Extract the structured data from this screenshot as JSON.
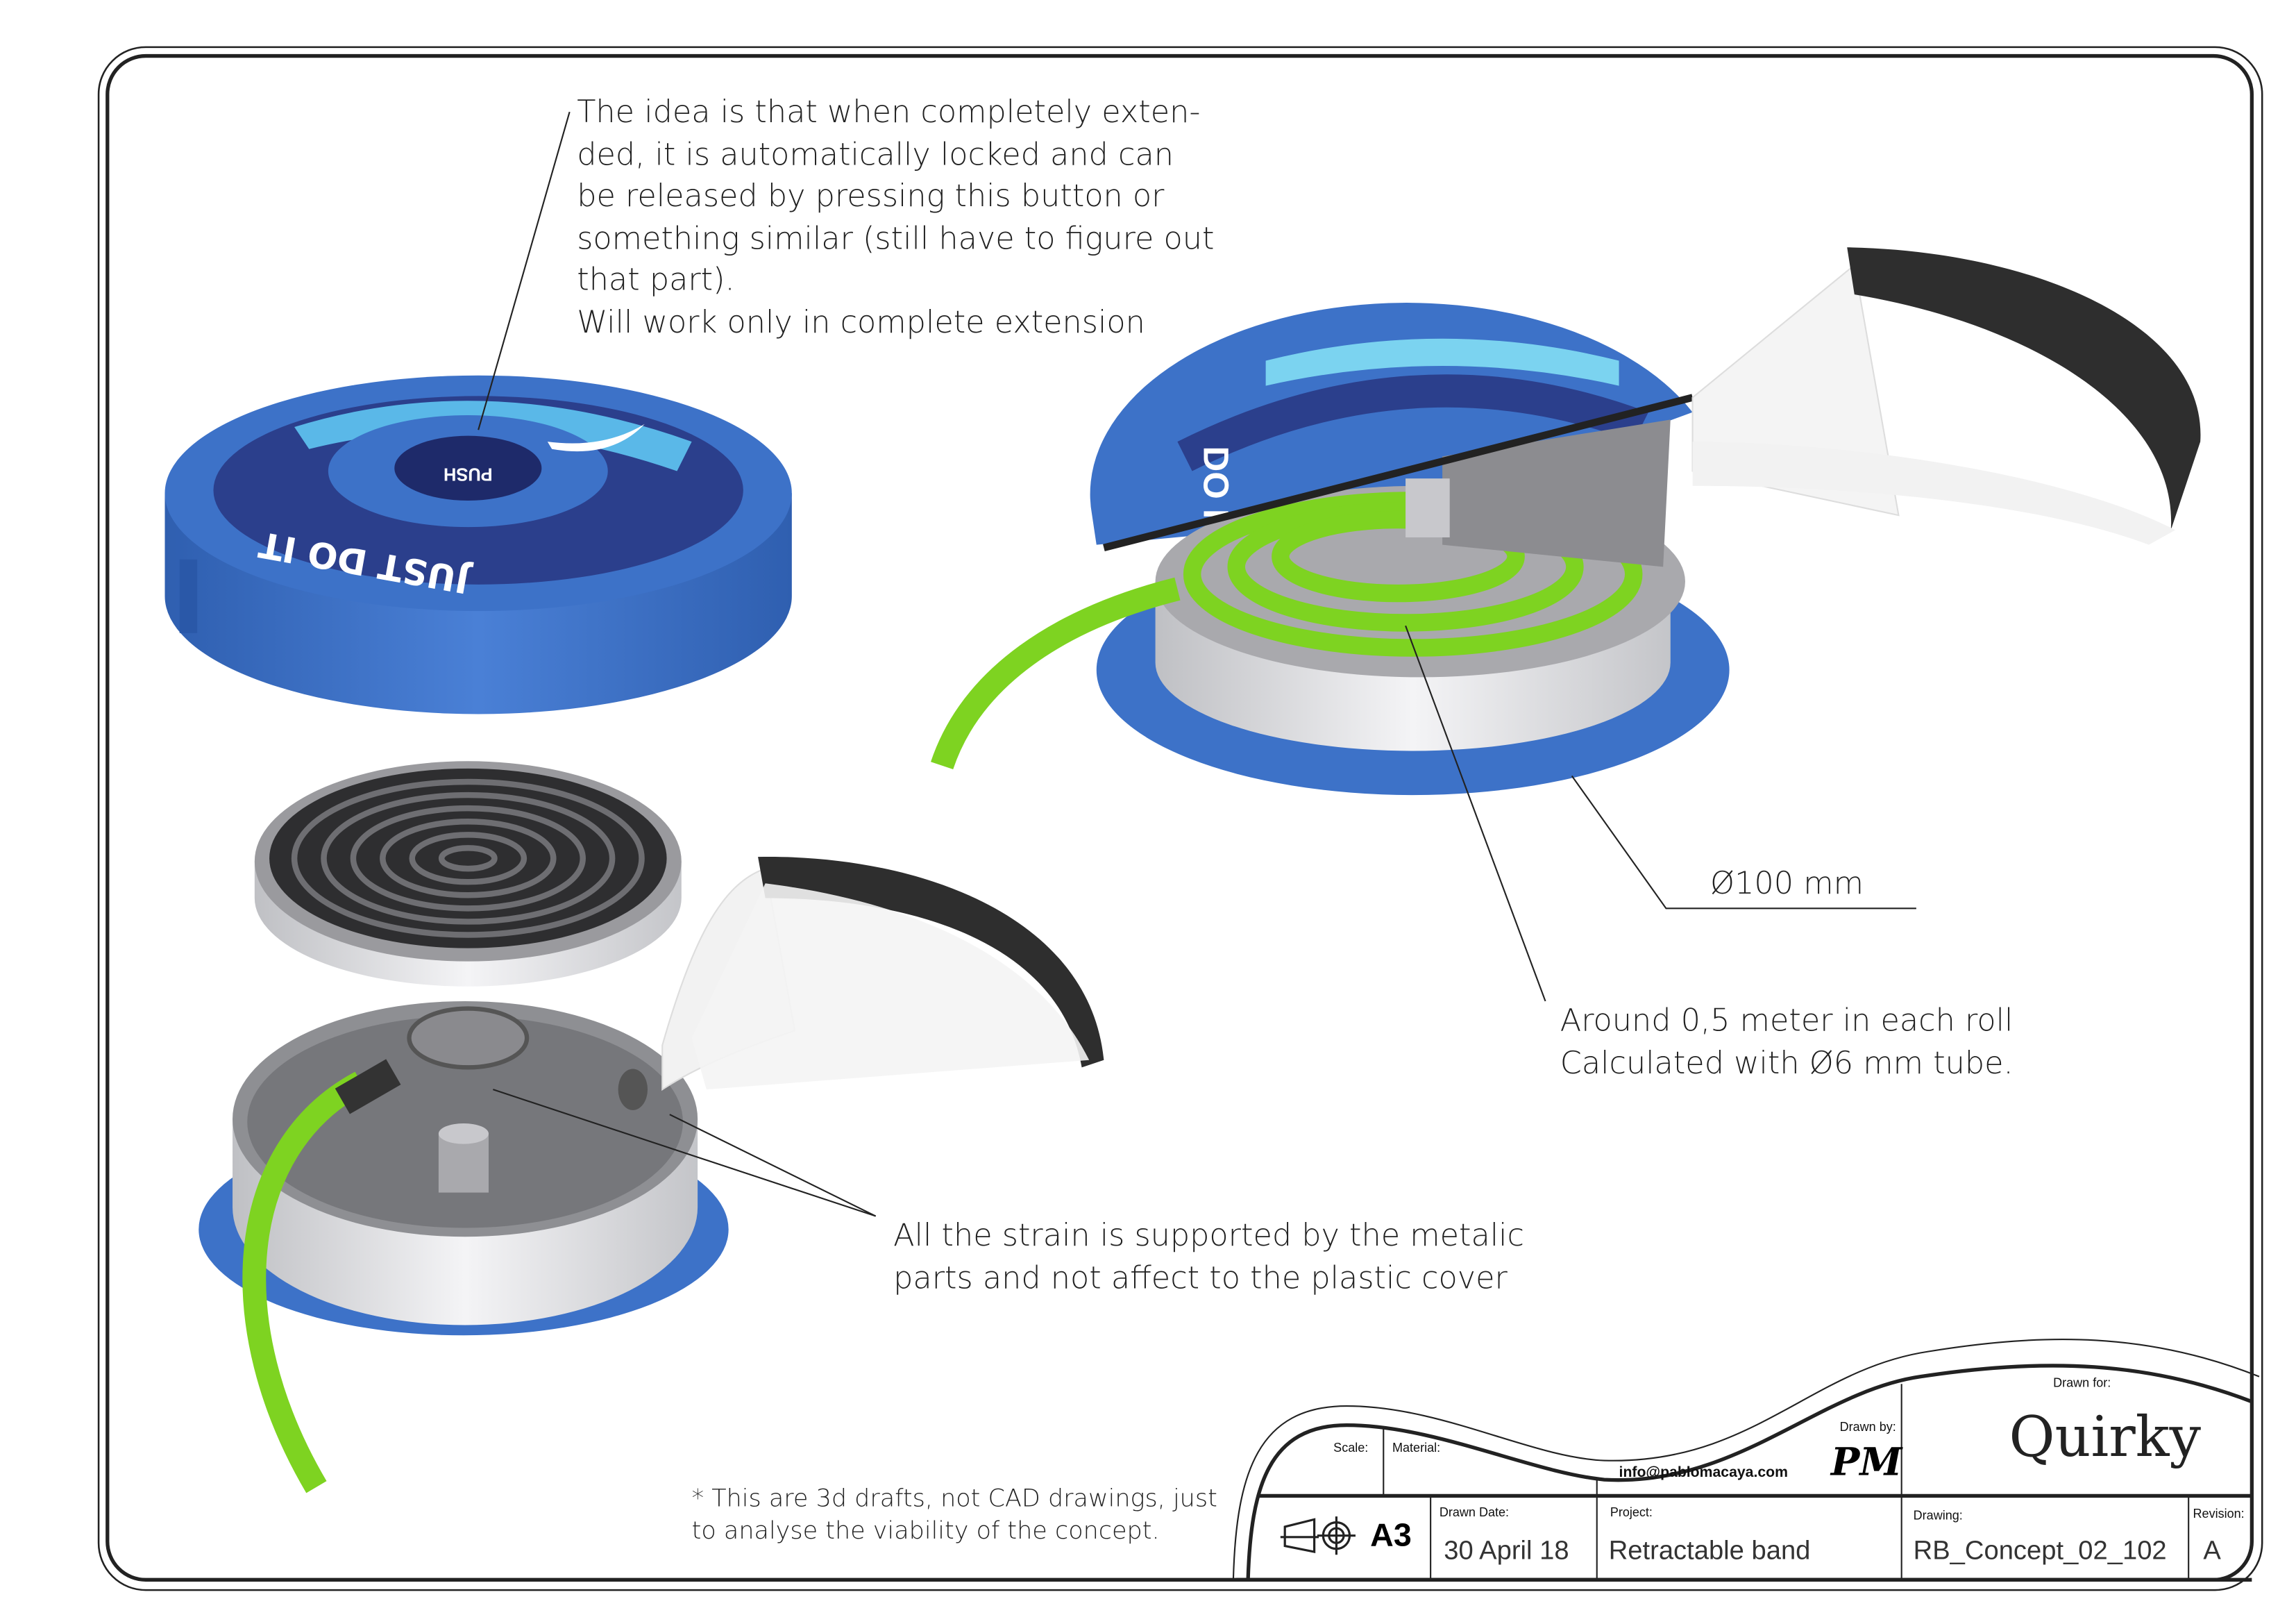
{
  "annotations": {
    "lock_note": [
      "The idea is that when completely exten-",
      "ded, it is automatically locked and can",
      "be released by pressing this button or",
      "something similar (still have to figure out",
      "that part).",
      "Will work only in complete extension"
    ],
    "diameter": "Ø100 mm",
    "roll_note": [
      "Around 0,5 meter in each roll",
      "Calculated with Ø6 mm tube."
    ],
    "strain_note": [
      "All the strain is supported by the metalic",
      "parts and not affect to the plastic cover"
    ],
    "footnote": [
      "* This are 3d drafts, not CAD drawings, just",
      "to analyse the viability of the concept."
    ]
  },
  "render": {
    "cap_text": "JUST DO IT",
    "cut_text": "DO IT",
    "button_text": "PUSH"
  },
  "title_block": {
    "scale_label": "Scale:",
    "material_label": "Material:",
    "email": "info@pablomacaya.com",
    "drawn_by_label": "Drawn by:",
    "signature": "PM",
    "drawn_for_label": "Drawn for:",
    "client": "Quirky",
    "sheet_size": "A3",
    "drawn_date_label": "Drawn Date:",
    "drawn_date": "30 April 18",
    "project_label": "Project:",
    "project": "Retractable band",
    "drawing_label": "Drawing:",
    "drawing": "RB_Concept_02_102",
    "revision_label": "Revision:",
    "revision": "A"
  },
  "colors": {
    "blue": "#3d72c8",
    "green": "#7ed321",
    "silver": "#d8d8dc",
    "dark": "#333333"
  }
}
